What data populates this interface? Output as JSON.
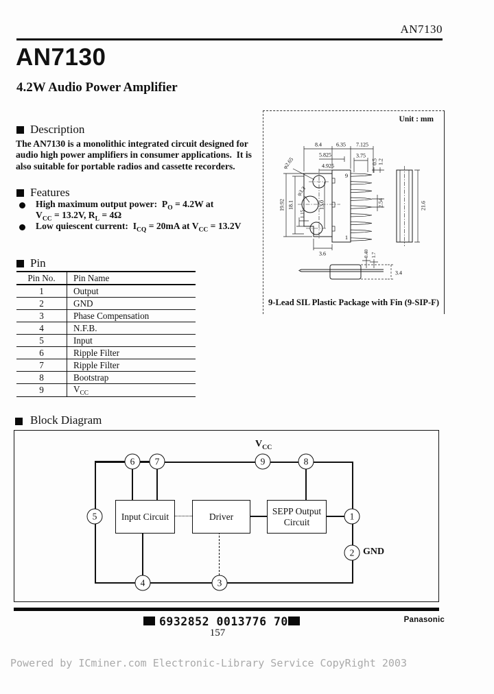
{
  "page": {
    "header_right": "AN7130",
    "title": "AN7130",
    "subtitle": "4.2W Audio Power Amplifier"
  },
  "description": {
    "heading": "Description",
    "body": "The AN7130 is a monolithic integrated circuit designed for audio high power amplifiers in consumer applications.  It is also suitable for portable radios and cassette recorders."
  },
  "features": {
    "heading": "Features",
    "item1_line1": [
      {
        "text": "High maximum output power:  P"
      },
      {
        "sub": "O"
      },
      {
        "text": " = 4.2W at"
      }
    ],
    "item1_line2": [
      {
        "text": "V"
      },
      {
        "sub": "CC"
      },
      {
        "text": " = 13.2V, R"
      },
      {
        "sub": "L"
      },
      {
        "text": " = 4Ω"
      }
    ],
    "item2": [
      {
        "text": "Low quiescent current:  I"
      },
      {
        "sub": "CQ"
      },
      {
        "text": " = 20mA at V"
      },
      {
        "sub": "CC"
      },
      {
        "text": " = 13.2V"
      }
    ]
  },
  "pin_table": {
    "heading": "Pin",
    "col_no": "Pin No.",
    "col_name": "Pin Name",
    "rows": [
      {
        "no": "1",
        "name": "Output"
      },
      {
        "no": "2",
        "name": "GND"
      },
      {
        "no": "3",
        "name": "Phase Compensation"
      },
      {
        "no": "4",
        "name": "N.F.B."
      },
      {
        "no": "5",
        "name": "Input"
      },
      {
        "no": "6",
        "name": "Ripple Filter"
      },
      {
        "no": "7",
        "name": "Ripple Filter"
      },
      {
        "no": "8",
        "name": "Bootstrap"
      },
      {
        "no": "9"
      }
    ],
    "vcc": [
      {
        "text": "V"
      },
      {
        "sub": "CC"
      }
    ]
  },
  "package": {
    "unit_label": "Unit : mm",
    "caption": "9-Lead SIL Plastic Package with Fin (9-SIP-F)",
    "pin_top": "9",
    "pin_bottom": "1",
    "dims": {
      "w1": "8.4",
      "w2": "6.35",
      "w3": "7.125",
      "hole_off1": "5.825",
      "hole_off2": "4.925",
      "hole_small": "φ2.65",
      "hole_big": "φ3.3",
      "lead_top": "3.75",
      "lead_t1": "0.5",
      "lead_t2": "1.2",
      "h_outer": "19.92",
      "h_inner": "18.1",
      "h_holes": "13.0",
      "notch": "1.15",
      "pitch": "2.54",
      "w_bottom": "3.6",
      "edge_h": "21.6",
      "side_t1": "0.40",
      "side_t2": "1.7",
      "side_h": "3.4"
    }
  },
  "block_diagram": {
    "heading": "Block Diagram",
    "vcc": [
      {
        "text": "V"
      },
      {
        "sub": "CC"
      }
    ],
    "gnd": "GND",
    "blocks": {
      "input": "Input Circuit",
      "driver": "Driver",
      "sepp": "SEPP Output Circuit"
    },
    "pins": {
      "p1": "1",
      "p2": "2",
      "p3": "3",
      "p4": "4",
      "p5": "5",
      "p6": "6",
      "p7": "7",
      "p8": "8",
      "p9": "9"
    }
  },
  "footer": {
    "barcode": "6932852 0013776 704",
    "brand": "Panasonic",
    "page_number": "157",
    "copyright": "Powered by ICminer.com Electronic-Library Service CopyRight 2003"
  }
}
